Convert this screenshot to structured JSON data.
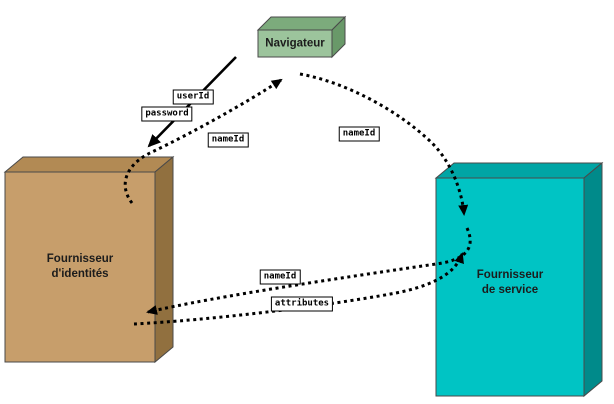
{
  "nodes": {
    "navigateur": {
      "label": "Navigateur"
    },
    "identity_provider": {
      "line1": "Fournisseur",
      "line2": "d'identités"
    },
    "service_provider": {
      "line1": "Fournisseur",
      "line2": "de service"
    }
  },
  "edge_labels": {
    "userid": "userId",
    "password": "password",
    "nameid_idp_to_browser": "nameId",
    "nameid_browser_to_sp": "nameId",
    "nameid_sp_to_idp": "nameId",
    "attributes": "attributes"
  },
  "colors": {
    "navigateur_face": "#9cc49c",
    "navigateur_top": "#7cab7c",
    "navigateur_side": "#699969",
    "idp_face": "#c79e6b",
    "idp_top": "#b28a54",
    "idp_side": "#91703f",
    "sp_face": "#00c4c4",
    "sp_top": "#00a5a5",
    "sp_side": "#008a8a",
    "arrow": "#000000"
  }
}
